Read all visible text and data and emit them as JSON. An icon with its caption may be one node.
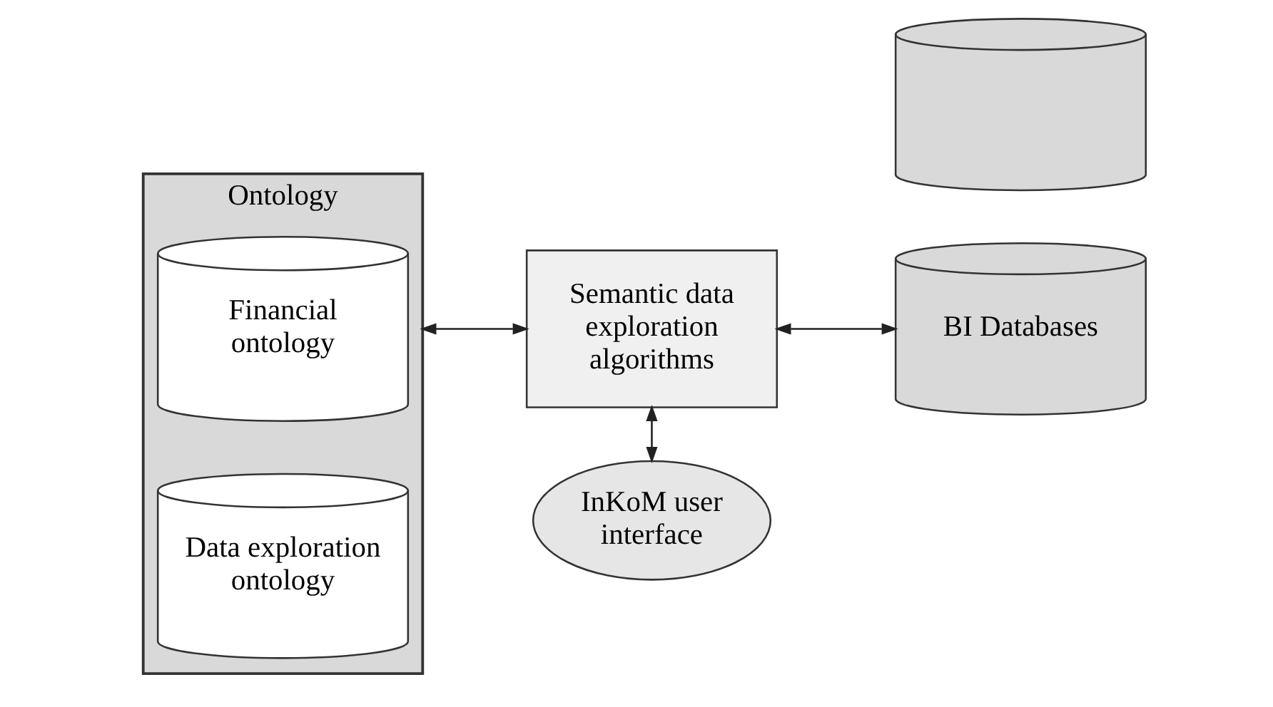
{
  "diagram": {
    "nodes": [
      {
        "text": [
          "Ontology"
        ]
      },
      {
        "text": [
          "Financial ontology"
        ],
        "in": 0
      },
      {
        "text": [
          "Data exploration ontology"
        ],
        "in": 0
      },
      {
        "text": [
          "InKoM user interface"
        ]
      },
      {
        "text": [
          "Semantic data exploration algorithms"
        ]
      },
      {
        "text": [],
        "shape": "cylinder"
      },
      {
        "text": [
          "BI Databases"
        ]
      }
    ],
    "edges": [
      {
        "from": 3,
        "to": 4,
        "arrow": "both"
      },
      {
        "from": 0,
        "to": 4,
        "arrow": "both"
      },
      {
        "from": 4,
        "to": 6,
        "arrow": "both"
      }
    ]
  }
}
